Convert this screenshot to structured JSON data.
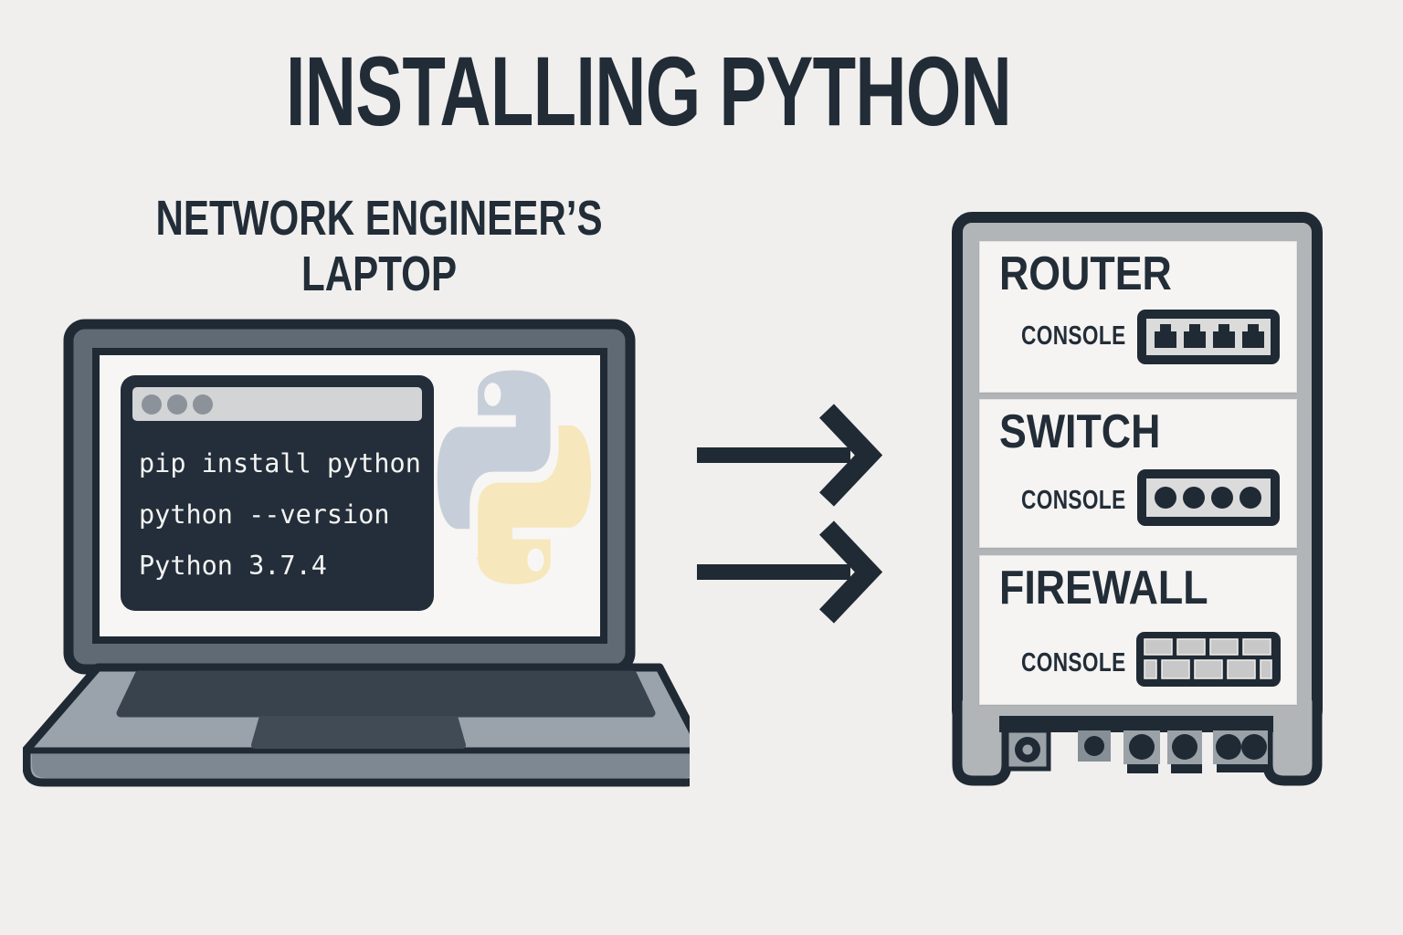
{
  "title": "INSTALLING PYTHON",
  "laptop": {
    "label_line1": "NETWORK ENGINEER’S",
    "label_line2": "LAPTOP",
    "terminal_lines": [
      "pip install python",
      "python --version",
      "Python 3.7.4"
    ]
  },
  "rack": {
    "devices": [
      {
        "label": "ROUTER",
        "console": "CONSOLE",
        "port_icon": "rj45-ports-icon"
      },
      {
        "label": "SWITCH",
        "console": "CONSOLE",
        "port_icon": "round-ports-icon"
      },
      {
        "label": "FIREWALL",
        "console": "CONSOLE",
        "port_icon": "brick-wall-icon"
      }
    ]
  },
  "colors": {
    "background": "#f0efed",
    "ink": "#1f2a34",
    "rack_silver": "#b1b5b8",
    "panel_white": "#f5f4f2",
    "terminal_bg": "#232e3a",
    "terminal_titlebar": "#d2d4d5",
    "python_blue": "#c6cfd9",
    "python_yellow": "#f6e7bc"
  }
}
